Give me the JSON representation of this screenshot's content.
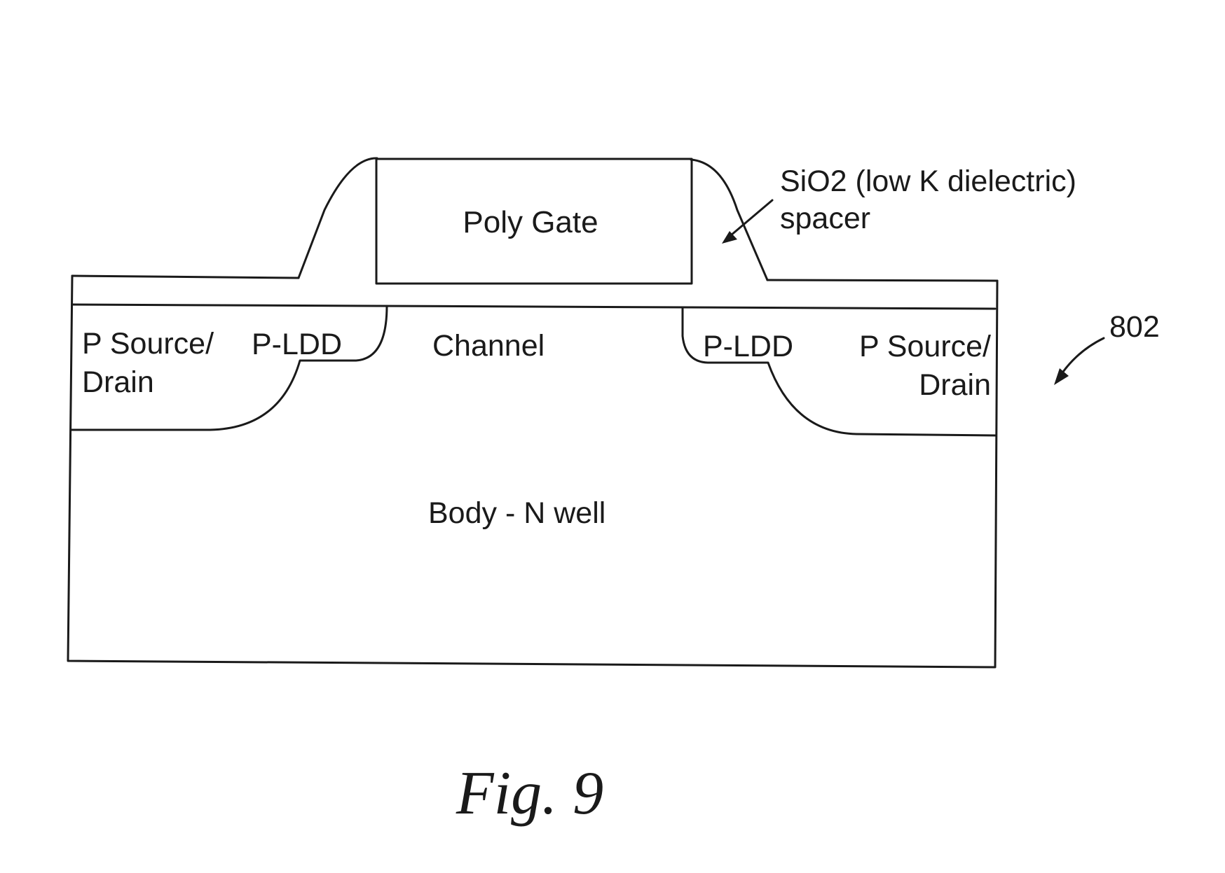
{
  "labels": {
    "poly_gate": "Poly Gate",
    "spacer_line1": "SiO2 (low K dielectric)",
    "spacer_line2": "spacer",
    "reference_number": "802",
    "left_source_drain_line1": "P Source/",
    "left_source_drain_line2": "Drain",
    "left_ldd": "P-LDD",
    "channel": "Channel",
    "right_ldd": "P-LDD",
    "right_source_drain_line1": "P Source/",
    "right_source_drain_line2": "Drain",
    "body": "Body - N well",
    "figure_caption": "Fig. 9"
  }
}
